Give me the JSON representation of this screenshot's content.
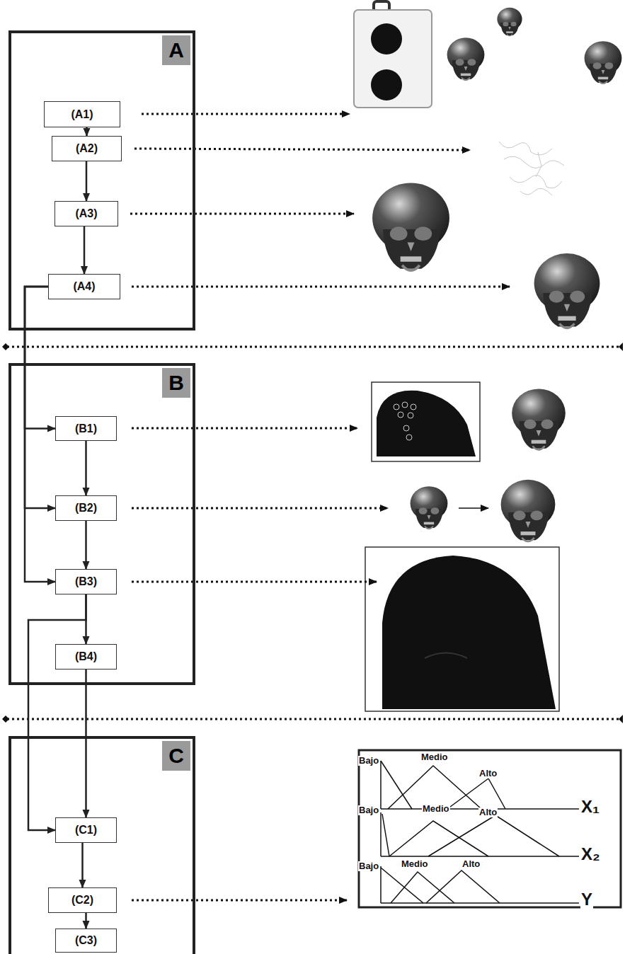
{
  "diagram": {
    "nodes": [
      {
        "text": [
          "A"
        ]
      },
      {
        "text": [
          "(A1)"
        ],
        "in": 0
      },
      {
        "text": [
          "(A2)"
        ],
        "in": 0
      },
      {
        "text": [
          "(A3)"
        ],
        "in": 0
      },
      {
        "text": [
          "(A4)"
        ],
        "in": 0
      },
      {
        "text": [
          "B"
        ]
      },
      {
        "text": [
          "(B1)"
        ],
        "in": 5
      },
      {
        "text": [
          "(B2)"
        ],
        "in": 5
      },
      {
        "text": [
          "(B3)"
        ],
        "in": 5
      },
      {
        "text": [
          "(B4)"
        ],
        "in": 5
      },
      {
        "text": [
          "C"
        ]
      },
      {
        "text": [
          "(C1)"
        ],
        "in": 10
      },
      {
        "text": [
          "(C2)"
        ],
        "in": 10
      },
      {
        "text": [
          "(C3)"
        ],
        "in": 10
      }
    ],
    "edges": [
      {
        "from": 1,
        "to": 2,
        "arrow": "to"
      },
      {
        "from": 2,
        "to": 3,
        "arrow": "to"
      },
      {
        "from": 3,
        "to": 4,
        "arrow": "to"
      },
      {
        "from": 4,
        "to": 6,
        "arrow": "to"
      },
      {
        "from": 4,
        "to": 7,
        "arrow": "to"
      },
      {
        "from": 4,
        "to": 8,
        "arrow": "to"
      },
      {
        "from": 6,
        "to": 7,
        "arrow": "to"
      },
      {
        "from": 7,
        "to": 8,
        "arrow": "to"
      },
      {
        "from": 8,
        "to": 9,
        "arrow": "to"
      },
      {
        "from": 8,
        "to": 11,
        "arrow": "to"
      },
      {
        "from": 9,
        "to": 11,
        "arrow": "to"
      },
      {
        "from": 11,
        "to": 12,
        "arrow": "to"
      },
      {
        "from": 12,
        "to": 13,
        "arrow": "to"
      }
    ],
    "labels": [
      "Bajo",
      "Medio",
      "Alto",
      "X₁",
      "Bajo",
      "Medio",
      "Alto",
      "X₂",
      "Bajo",
      "Medio",
      "Alto",
      "Y"
    ]
  }
}
